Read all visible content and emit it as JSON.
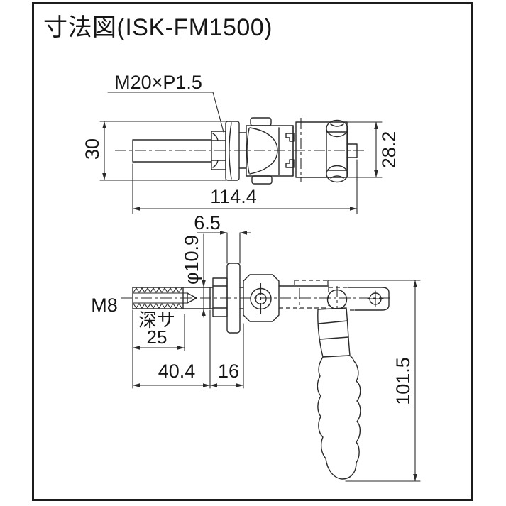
{
  "title": "寸法図(ISK-FM1500)",
  "drawing": {
    "model": "ISK-FM1500",
    "top_view": {
      "thread_label": "M20×P1.5",
      "dim_flange_height": "30",
      "dim_body_width": "28.2",
      "dim_overall_length": "114.4"
    },
    "bottom_view": {
      "dim_flange_thickness": "6.5",
      "dim_shaft_diameter": "φ10.9",
      "tapped_hole_label": "M8",
      "tapped_depth_word": "深サ",
      "tapped_depth_value": "25",
      "dim_shaft_length": "40.4",
      "dim_boss_length": "16",
      "dim_handle_drop": "101.5"
    }
  },
  "colors": {
    "line": "#2a2a2a",
    "ink": "#161616",
    "frame": "#1c1c1c",
    "background": "#ffffff"
  }
}
